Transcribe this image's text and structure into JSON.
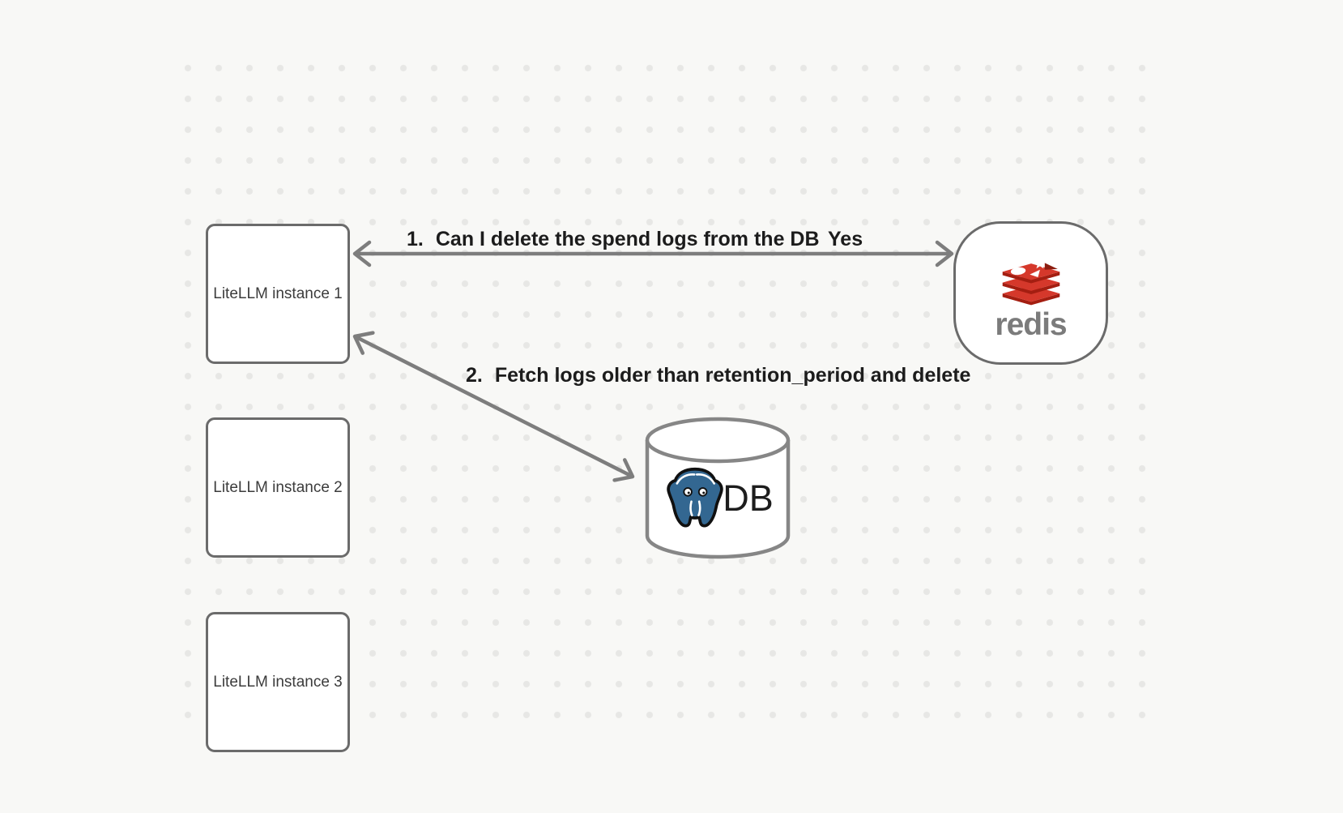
{
  "nodes": {
    "instance1": {
      "label": "LiteLLM instance 1"
    },
    "instance2": {
      "label": "LiteLLM instance 2"
    },
    "instance3": {
      "label": "LiteLLM instance 3"
    },
    "redis": {
      "wordmark": "redis"
    },
    "db": {
      "label": "DB"
    }
  },
  "edges": {
    "edge1": {
      "number": "1.",
      "label": "Can I delete the spend logs from the DB",
      "response": "Yes"
    },
    "edge2": {
      "number": "2.",
      "label": "Fetch logs older than retention_period and delete"
    }
  },
  "icons": {
    "redis_logo": "redis-cube-logo",
    "postgres_logo": "postgresql-elephant-logo"
  },
  "colors": {
    "background": "#f8f8f6",
    "dot_grid": "#e7e7e5",
    "node_border": "#6b6b6b",
    "node_fill": "#ffffff",
    "arrow": "#7d7d7d",
    "label_text": "#1c1c1c",
    "redis_red": "#d5382b",
    "redis_dark_red": "#a41e11",
    "redis_wordmark_gray": "#7b7b7b",
    "postgres_blue": "#336791",
    "db_text": "#1d1d1d"
  }
}
